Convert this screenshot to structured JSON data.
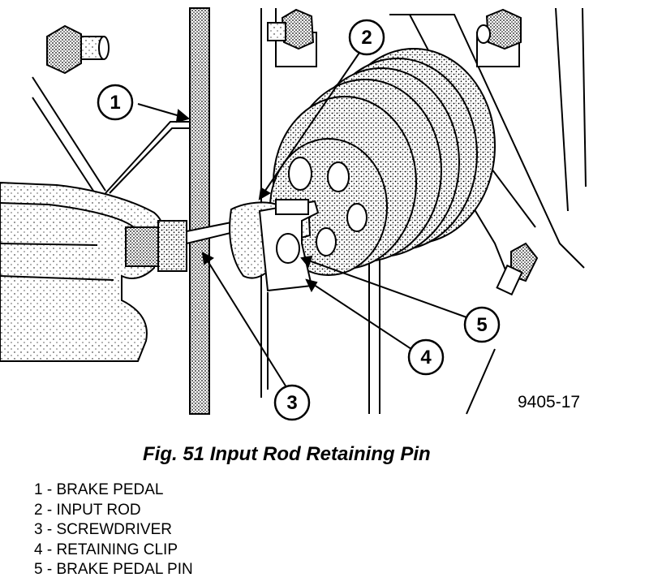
{
  "figure": {
    "code": "9405-17",
    "caption": "Fig. 51 Input Rod Retaining Pin"
  },
  "callouts": [
    "1",
    "2",
    "3",
    "4",
    "5"
  ],
  "legend": [
    "1 - BRAKE PEDAL",
    "2 - INPUT ROD",
    "3 - SCREWDRIVER",
    "4 - RETAINING CLIP",
    "5 - BRAKE PEDAL PIN"
  ]
}
